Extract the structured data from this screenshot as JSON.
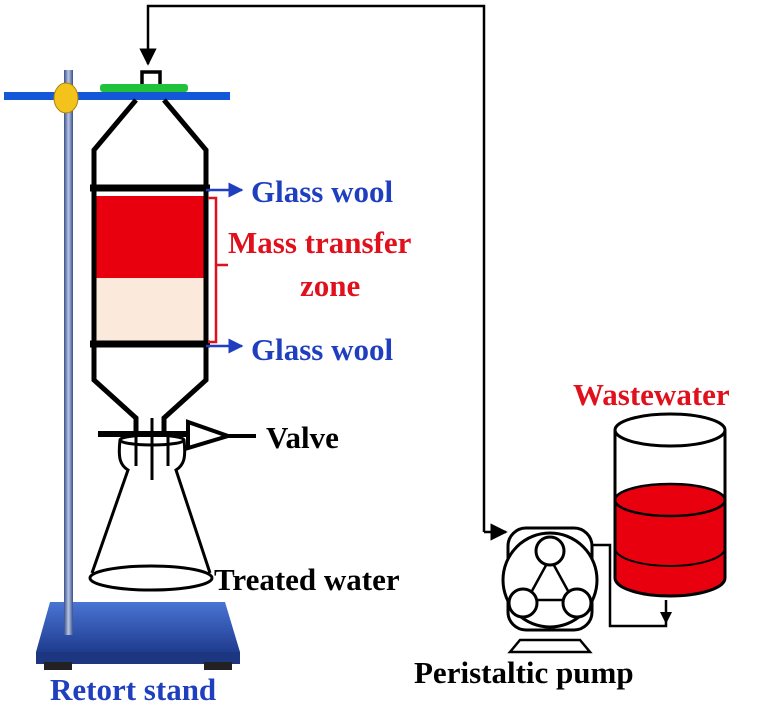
{
  "labels": {
    "glass_wool_top": "Glass wool",
    "mass_transfer_line1": "Mass transfer",
    "mass_transfer_line2": "zone",
    "glass_wool_bottom": "Glass wool",
    "valve": "Valve",
    "treated_water": "Treated water",
    "retort_stand": "Retort stand",
    "wastewater": "Wastewater",
    "peristaltic_pump": "Peristaltic pump"
  },
  "colors": {
    "blue_label": "#1f3fbf",
    "red_label": "#e0101c",
    "black_label": "#000000",
    "wastewater_fill": "#e8000e",
    "packed_bed_red": "#e8000e",
    "packed_bed_light": "#fbe9dc",
    "clamp_bar": "#1457d9",
    "clamp_knob": "#f3c21b",
    "cap": "#1fc23a",
    "stand_base": "#2e56b8"
  }
}
